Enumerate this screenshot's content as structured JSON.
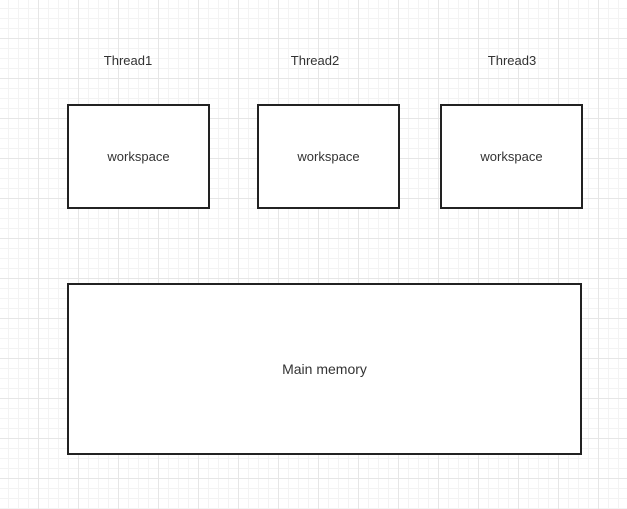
{
  "threads": [
    {
      "label": "Thread1",
      "workspace": "workspace"
    },
    {
      "label": "Thread2",
      "workspace": "workspace"
    },
    {
      "label": "Thread3",
      "workspace": "workspace"
    }
  ],
  "main_memory": {
    "label": "Main memory"
  }
}
